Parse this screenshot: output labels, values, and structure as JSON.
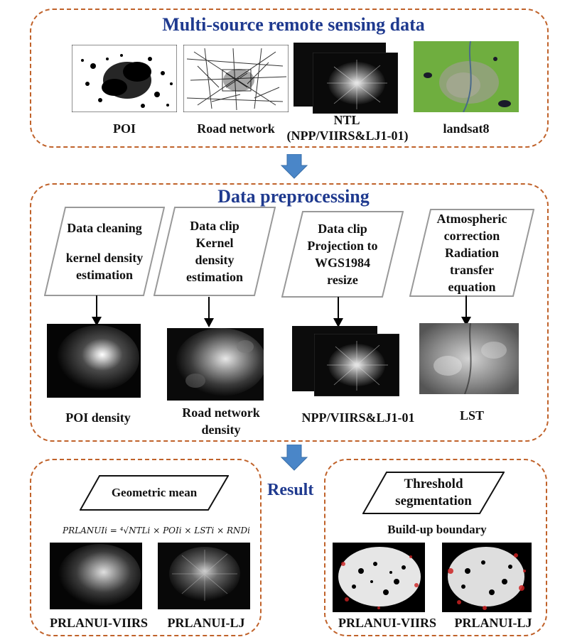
{
  "top": {
    "title": "Multi-source remote sensing data",
    "labels": {
      "poi": "POI",
      "road": "Road network",
      "ntl_line1": "NTL",
      "ntl_line2": "(NPP/VIIRS&LJ1-01)",
      "landsat": "landsat8"
    }
  },
  "preprocessing": {
    "title": "Data preprocessing",
    "steps": [
      {
        "line1": "Data cleaning",
        "line2": "",
        "line3": "kernel density",
        "line4": "estimation"
      },
      {
        "line1": "Data clip",
        "line2": "Kernel",
        "line3": "density",
        "line4": "estimation"
      },
      {
        "line1": "Data clip",
        "line2": "Projection to",
        "line3": "WGS1984",
        "line4": "resize"
      },
      {
        "line1": "Atmospheric",
        "line2": "correction",
        "line3": "Radiation",
        "line4": "transfer",
        "line5": "equation"
      }
    ],
    "outputs": {
      "poi_density": "POI density",
      "road_density_line1": "Road network",
      "road_density_line2": "density",
      "ntl": "NPP/VIIRS&LJ1-01",
      "lst": "LST"
    }
  },
  "result": {
    "label": "Result",
    "left": {
      "method": "Geometric mean",
      "formula": "PRLANUIi = ⁴√NTLi × POIi × LSTi × RNDi",
      "out1": "PRLANUI-VIIRS",
      "out2": "PRLANUI-LJ"
    },
    "right": {
      "method_line1": "Threshold",
      "method_line2": "segmentation",
      "subtitle": "Build-up boundary",
      "out1": "PRLANUI-VIIRS",
      "out2": "PRLANUI-LJ"
    }
  },
  "colors": {
    "panel_border": "#c0622a",
    "title": "#1f3a8f",
    "arrow": "#4a86c8"
  }
}
